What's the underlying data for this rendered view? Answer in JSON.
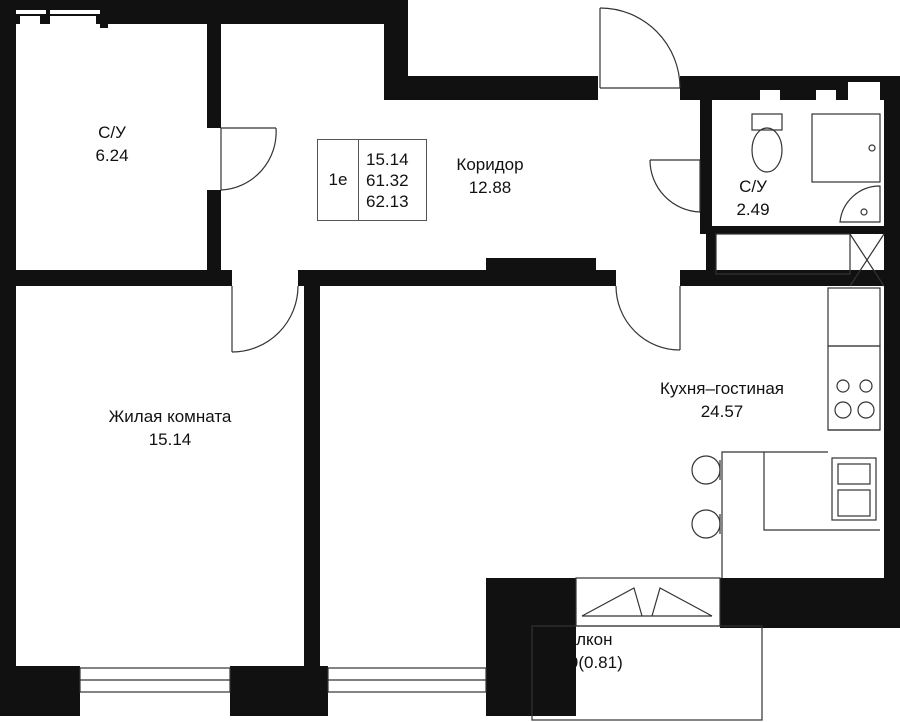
{
  "unit_summary": {
    "type": "1е",
    "areas": [
      "15.14",
      "61.32",
      "62.13"
    ]
  },
  "rooms": {
    "bathroom_large": {
      "name": "С/У",
      "area": "6.24"
    },
    "corridor": {
      "name": "Коридор",
      "area": "12.88"
    },
    "bathroom_small": {
      "name": "С/У",
      "area": "2.49"
    },
    "living_room": {
      "name": "Жилая комната",
      "area": "15.14"
    },
    "kitchen_living": {
      "name": "Кухня–гостиная",
      "area": "24.57"
    },
    "balcony": {
      "name": "Балкон",
      "area": "2.69(0.81)"
    }
  },
  "colors": {
    "wall": "#111111",
    "line": "#333333",
    "background": "#ffffff"
  }
}
